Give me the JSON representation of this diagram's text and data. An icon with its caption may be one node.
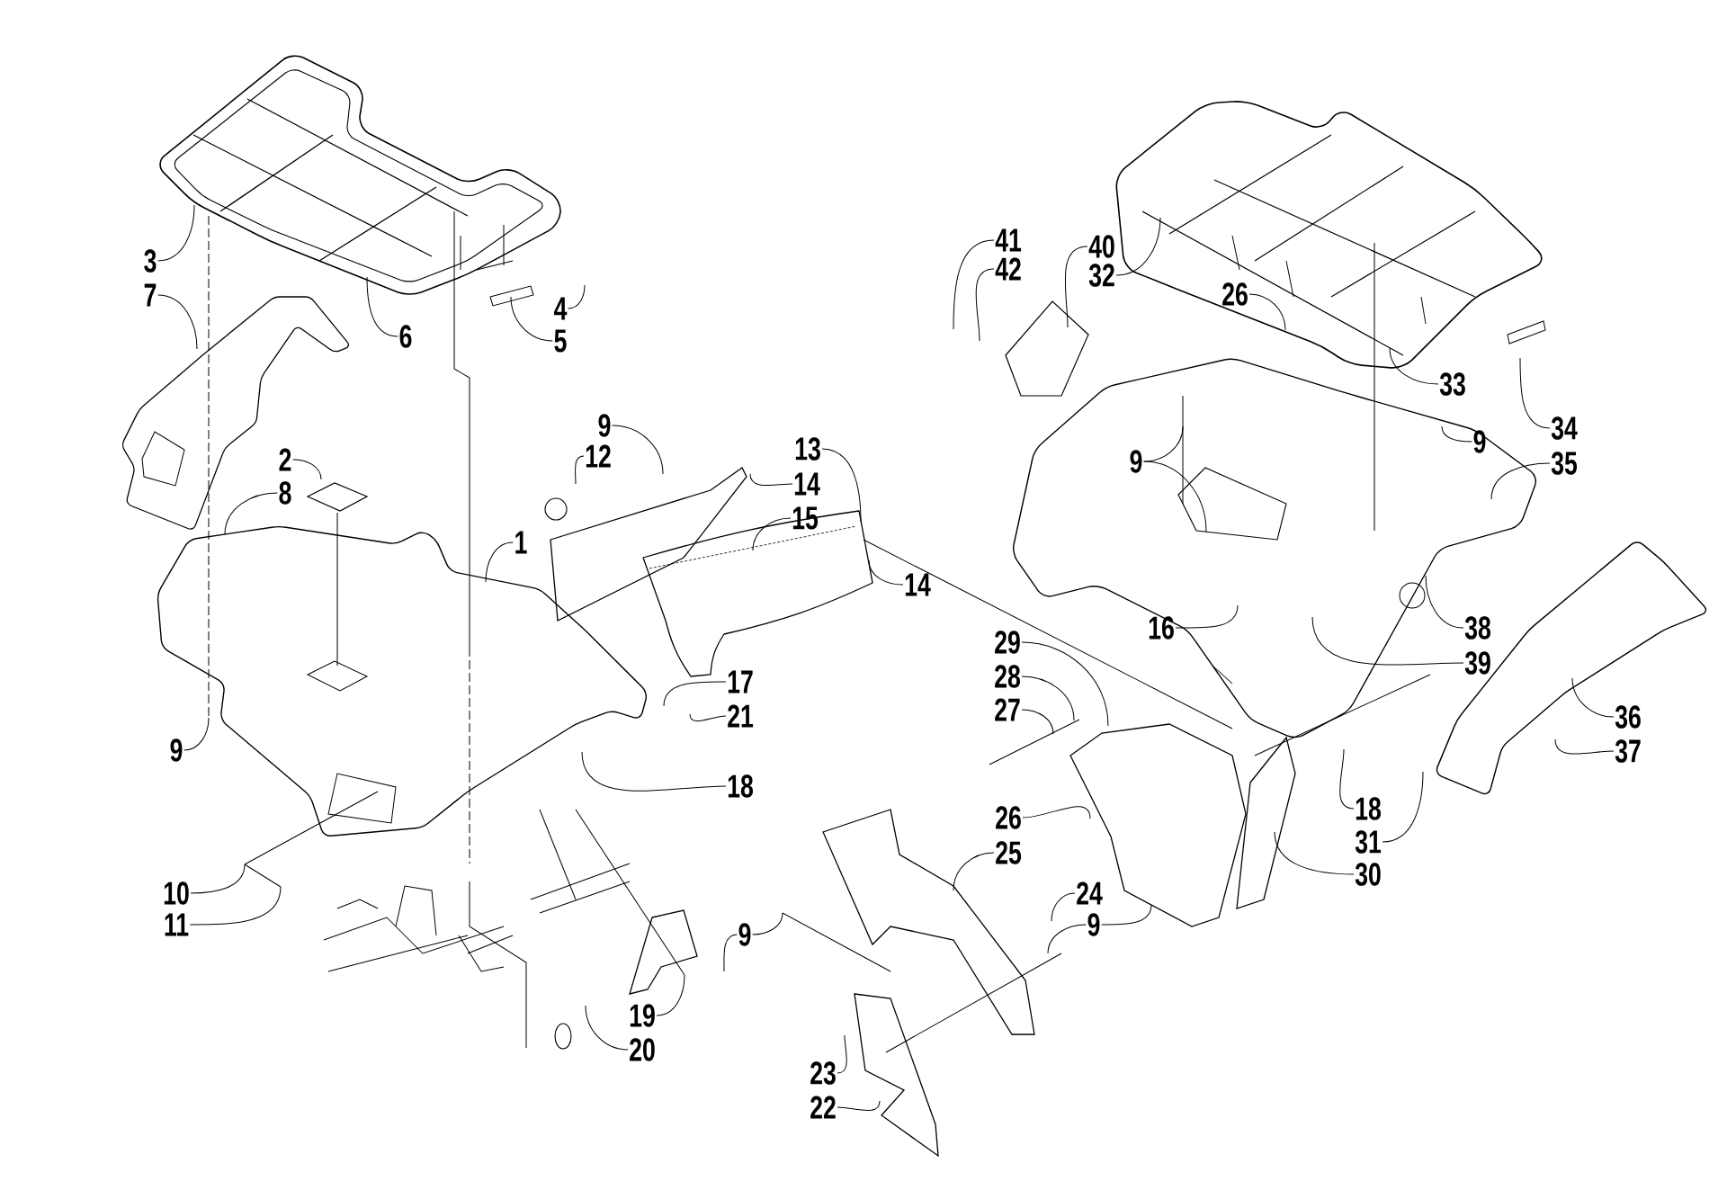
{
  "diagram": {
    "nodes": [
      {
        "text": [
          "3"
        ]
      },
      {
        "text": [
          "7"
        ]
      },
      {
        "text": [
          "6"
        ]
      },
      {
        "text": [
          "4"
        ]
      },
      {
        "text": [
          "5"
        ]
      },
      {
        "text": [
          "41"
        ]
      },
      {
        "text": [
          "42"
        ]
      },
      {
        "text": [
          "40"
        ]
      },
      {
        "text": [
          "32"
        ]
      },
      {
        "text": [
          "26"
        ]
      },
      {
        "text": [
          "33"
        ]
      },
      {
        "text": [
          "34"
        ]
      },
      {
        "text": [
          "9"
        ]
      },
      {
        "text": [
          "35"
        ]
      },
      {
        "text": [
          "9"
        ]
      },
      {
        "text": [
          "12"
        ]
      },
      {
        "text": [
          "13"
        ]
      },
      {
        "text": [
          "14"
        ]
      },
      {
        "text": [
          "15"
        ]
      },
      {
        "text": [
          "14"
        ]
      },
      {
        "text": [
          "9"
        ]
      },
      {
        "text": [
          "2"
        ]
      },
      {
        "text": [
          "8"
        ]
      },
      {
        "text": [
          "1"
        ]
      },
      {
        "text": [
          "38"
        ]
      },
      {
        "text": [
          "39"
        ]
      },
      {
        "text": [
          "16"
        ]
      },
      {
        "text": [
          "29"
        ]
      },
      {
        "text": [
          "28"
        ]
      },
      {
        "text": [
          "27"
        ]
      },
      {
        "text": [
          "17"
        ]
      },
      {
        "text": [
          "21"
        ]
      },
      {
        "text": [
          "36"
        ]
      },
      {
        "text": [
          "37"
        ]
      },
      {
        "text": [
          "9"
        ]
      },
      {
        "text": [
          "18"
        ]
      },
      {
        "text": [
          "18"
        ]
      },
      {
        "text": [
          "31"
        ]
      },
      {
        "text": [
          "30"
        ]
      },
      {
        "text": [
          "26"
        ]
      },
      {
        "text": [
          "25"
        ]
      },
      {
        "text": [
          "24"
        ]
      },
      {
        "text": [
          "9"
        ]
      },
      {
        "text": [
          "10"
        ]
      },
      {
        "text": [
          "11"
        ]
      },
      {
        "text": [
          "9"
        ]
      },
      {
        "text": [
          "19"
        ]
      },
      {
        "text": [
          "20"
        ]
      },
      {
        "text": [
          "23"
        ]
      },
      {
        "text": [
          "22"
        ]
      }
    ],
    "edges": [
      {
        "from": 0,
        "to": null,
        "arrow": "none"
      },
      {
        "from": 1,
        "to": null,
        "arrow": "none"
      },
      {
        "from": 2,
        "to": null,
        "arrow": "none"
      },
      {
        "from": 3,
        "to": null,
        "arrow": "none"
      },
      {
        "from": 4,
        "to": null,
        "arrow": "none"
      },
      {
        "from": 5,
        "to": null,
        "arrow": "none"
      },
      {
        "from": 6,
        "to": null,
        "arrow": "none"
      },
      {
        "from": 7,
        "to": null,
        "arrow": "none"
      },
      {
        "from": 8,
        "to": null,
        "arrow": "none"
      },
      {
        "from": 9,
        "to": null,
        "arrow": "none"
      },
      {
        "from": 10,
        "to": null,
        "arrow": "none"
      },
      {
        "from": 11,
        "to": null,
        "arrow": "none"
      },
      {
        "from": 12,
        "to": null,
        "arrow": "none"
      },
      {
        "from": 13,
        "to": null,
        "arrow": "none"
      },
      {
        "from": 14,
        "to": null,
        "arrow": "none"
      },
      {
        "from": 15,
        "to": null,
        "arrow": "none"
      },
      {
        "from": 16,
        "to": null,
        "arrow": "none"
      },
      {
        "from": 17,
        "to": null,
        "arrow": "none"
      },
      {
        "from": 18,
        "to": null,
        "arrow": "none"
      },
      {
        "from": 19,
        "to": null,
        "arrow": "none"
      },
      {
        "from": 20,
        "to": null,
        "arrow": "none"
      },
      {
        "from": 20,
        "to": null,
        "arrow": "none"
      },
      {
        "from": 21,
        "to": null,
        "arrow": "none"
      },
      {
        "from": 22,
        "to": null,
        "arrow": "none"
      },
      {
        "from": 23,
        "to": null,
        "arrow": "none"
      },
      {
        "from": 24,
        "to": null,
        "arrow": "none"
      },
      {
        "from": 25,
        "to": null,
        "arrow": "none"
      },
      {
        "from": 26,
        "to": null,
        "arrow": "none"
      },
      {
        "from": 27,
        "to": null,
        "arrow": "none"
      },
      {
        "from": 28,
        "to": null,
        "arrow": "none"
      },
      {
        "from": 29,
        "to": null,
        "arrow": "none"
      },
      {
        "from": 30,
        "to": null,
        "arrow": "none"
      },
      {
        "from": 31,
        "to": null,
        "arrow": "none"
      },
      {
        "from": 32,
        "to": null,
        "arrow": "none"
      },
      {
        "from": 33,
        "to": null,
        "arrow": "none"
      },
      {
        "from": 34,
        "to": null,
        "arrow": "none"
      },
      {
        "from": 35,
        "to": null,
        "arrow": "none"
      },
      {
        "from": 36,
        "to": null,
        "arrow": "none"
      },
      {
        "from": 37,
        "to": null,
        "arrow": "none"
      },
      {
        "from": 38,
        "to": null,
        "arrow": "none"
      },
      {
        "from": 39,
        "to": null,
        "arrow": "none"
      },
      {
        "from": 40,
        "to": null,
        "arrow": "none"
      },
      {
        "from": 41,
        "to": null,
        "arrow": "none"
      },
      {
        "from": 42,
        "to": null,
        "arrow": "none"
      },
      {
        "from": 42,
        "to": null,
        "arrow": "none"
      },
      {
        "from": 43,
        "to": null,
        "arrow": "none"
      },
      {
        "from": 44,
        "to": null,
        "arrow": "none"
      },
      {
        "from": 45,
        "to": null,
        "arrow": "none"
      },
      {
        "from": 45,
        "to": null,
        "arrow": "none"
      },
      {
        "from": 46,
        "to": null,
        "arrow": "none"
      },
      {
        "from": 47,
        "to": null,
        "arrow": "none"
      },
      {
        "from": 48,
        "to": null,
        "arrow": "none"
      },
      {
        "from": 49,
        "to": null,
        "arrow": "none"
      }
    ]
  }
}
